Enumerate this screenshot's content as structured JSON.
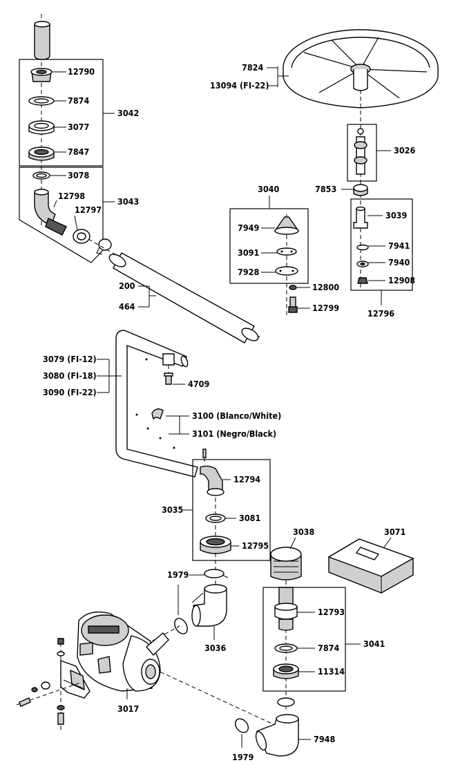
{
  "labels": {
    "p12790": "12790",
    "p7874a": "7874",
    "p3077": "3077",
    "p7847": "7847",
    "p3042": "3042",
    "p3078": "3078",
    "p12798": "12798",
    "p12797": "12797",
    "p3043": "3043",
    "p200": "200",
    "p464": "464",
    "p7824": "7824",
    "p13094": "13094 (FI-22)",
    "p3026": "3026",
    "p7853": "7853",
    "p3040": "3040",
    "p7949": "7949",
    "p3091": "3091",
    "p7928": "7928",
    "p12800": "12800",
    "p12799": "12799",
    "p3039": "3039",
    "p7941": "7941",
    "p7940": "7940",
    "p12908": "12908",
    "p12796": "12796",
    "p3079": "3079 (FI-12)",
    "p3080": "3080 (FI-18)",
    "p3090": "3090 (FI-22)",
    "p4709": "4709",
    "p3100": "3100 (Blanco/White)",
    "p3101": "3101 (Negro/Black)",
    "p12794": "12794",
    "p3035": "3035",
    "p3081": "3081",
    "p12795": "12795",
    "p3038": "3038",
    "p3071": "3071",
    "p1979a": "1979",
    "p12793": "12793",
    "p3036": "3036",
    "p7874b": "7874",
    "p3041": "3041",
    "p11314": "11314",
    "p3017": "3017",
    "p7948": "7948",
    "p1979b": "1979"
  }
}
